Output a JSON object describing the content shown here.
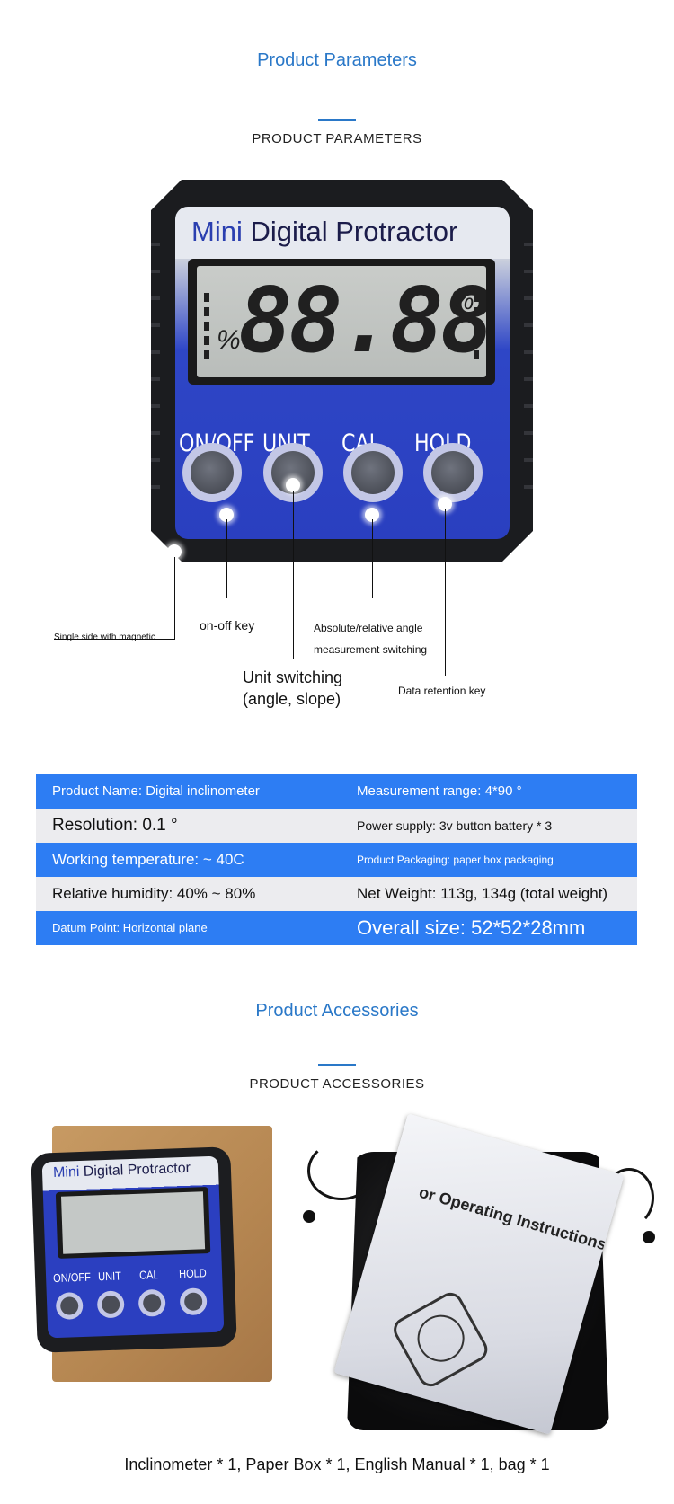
{
  "parameters": {
    "title": "Product Parameters",
    "subtitle": "PRODUCT PARAMETERS"
  },
  "device": {
    "brand_mini": "Mini",
    "brand_rest": "Digital Protractor",
    "lcd_digits": "88.88",
    "lcd_unit": "%",
    "keys": [
      "ON/OFF",
      "UNIT",
      "CAL",
      "HOLD"
    ]
  },
  "callouts": {
    "magnetic": "Single side with magnetic",
    "on_off": "on-off key",
    "absolute_1": "Absolute/relative angle",
    "absolute_2": "measurement switching",
    "unit_1": "Unit switching",
    "unit_2": "(angle, slope)",
    "hold": "Data retention key"
  },
  "specs": [
    {
      "left": "Product Name: Digital inclinometer",
      "right": "Measurement range: 4*90 °"
    },
    {
      "left": "Resolution: 0.1 °",
      "right": "Power supply: 3v button battery * 3"
    },
    {
      "left": "Working temperature: ~ 40C",
      "right": "Product Packaging: paper box packaging"
    },
    {
      "left": "Relative humidity: 40% ~ 80%",
      "right": "Net Weight: 113g, 134g (total weight)"
    },
    {
      "left": "Datum Point: Horizontal plane",
      "right": "Overall size: 52*52*28mm"
    }
  ],
  "accessories": {
    "title": "Product Accessories",
    "subtitle": "PRODUCT ACCESSORIES",
    "manual_text": "or Operating Instructions",
    "list": "Inclinometer * 1, Paper Box * 1, English Manual * 1, bag * 1"
  },
  "colors": {
    "accent": "#2a78c8",
    "table_blue": "#2d7df3",
    "table_grey": "#ececef",
    "device_blue": "#2a3fc0"
  }
}
